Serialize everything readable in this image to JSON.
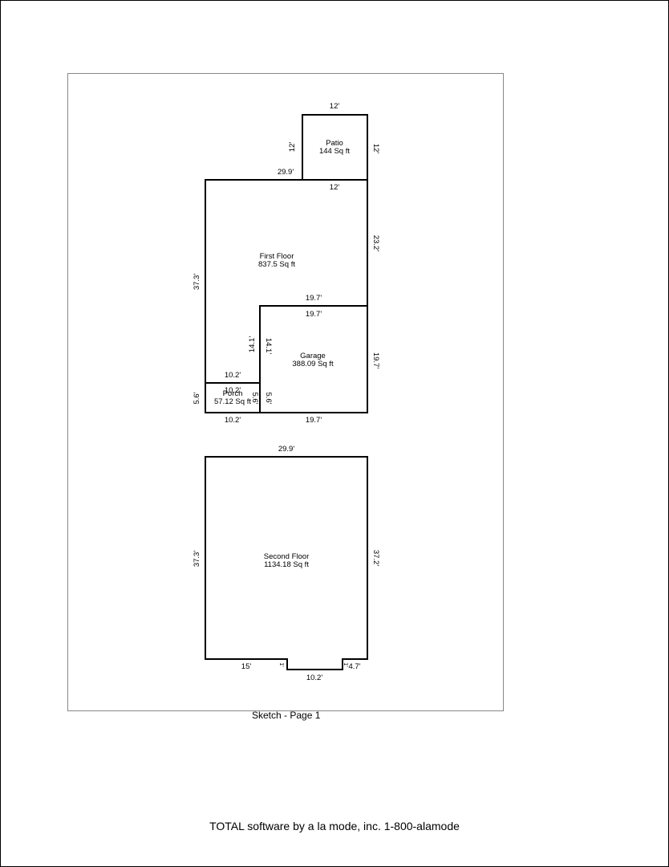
{
  "sketch": {
    "caption": "Sketch - Page 1",
    "rooms": {
      "patio": {
        "name": "Patio",
        "area": "144 Sq ft"
      },
      "first_floor": {
        "name": "First Floor",
        "area": "837.5 Sq ft"
      },
      "garage": {
        "name": "Garage",
        "area": "388.09 Sq ft"
      },
      "porch": {
        "name": "Porch",
        "area": "57.12 Sq ft"
      },
      "second_floor": {
        "name": "Second Floor",
        "area": "1134.18 Sq ft"
      }
    },
    "dimensions": {
      "patio_top": "12'",
      "patio_left": "12'",
      "patio_right": "12'",
      "patio_bottom": "12'",
      "first_top": "29.9'",
      "first_right": "23.2'",
      "first_left": "37.3'",
      "first_inner_h": "19.7'",
      "first_inner_v": "14.1'",
      "garage_top": "19.7'",
      "garage_left": "14.1'",
      "garage_right": "19.7'",
      "garage_bottom": "19.7'",
      "garage_porch_side": "5.6'",
      "porch_top_outer": "10.2'",
      "porch_top_inner": "10.2'",
      "porch_left": "5.6'",
      "porch_right": "5.6'",
      "porch_bottom": "10.2'",
      "second_top": "29.9'",
      "second_left": "37.3'",
      "second_right": "37.2'",
      "second_bottom_left": "15'",
      "second_notch_left": "1'",
      "second_notch_bottom": "10.2'",
      "second_notch_right": "1'",
      "second_bottom_right": "4.7'"
    }
  },
  "footer": {
    "text": "TOTAL software by a la mode, inc.  1-800-alamode"
  }
}
